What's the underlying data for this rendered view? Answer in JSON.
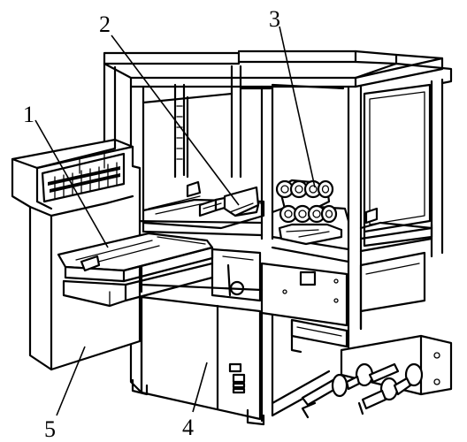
{
  "colors": {
    "ink": "#000000",
    "paper": "#ffffff"
  },
  "labels": [
    {
      "id": "1",
      "text": "1"
    },
    {
      "id": "2",
      "text": "2"
    },
    {
      "id": "3",
      "text": "3"
    },
    {
      "id": "4",
      "text": "4"
    },
    {
      "id": "5",
      "text": "5"
    }
  ]
}
